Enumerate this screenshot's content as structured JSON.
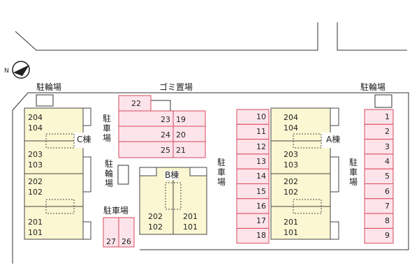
{
  "labels": {
    "bike_top_left": "駐輪場",
    "bike_top_right": "駐輪場",
    "garbage": "ゴミ置場",
    "building_c": "C棟",
    "building_a": "A棟",
    "building_b": "B棟",
    "parking_v1": [
      "駐",
      "車",
      "場"
    ],
    "parking_v2": [
      "駐",
      "車",
      "場"
    ],
    "parking_v3": [
      "駐",
      "車",
      "場"
    ],
    "bike_v": [
      "駐",
      "輪",
      "場"
    ],
    "parking_small": "駐車場"
  },
  "buildings": {
    "c": [
      [
        "204",
        "104"
      ],
      [
        "203",
        "103"
      ],
      [
        "202",
        "102"
      ],
      [
        "201",
        "101"
      ]
    ],
    "a": [
      [
        "204",
        "104"
      ],
      [
        "203",
        "103"
      ],
      [
        "202",
        "102"
      ],
      [
        "201",
        "101"
      ]
    ],
    "b": [
      [
        "202",
        "102"
      ],
      [
        "201",
        "101"
      ]
    ]
  },
  "parking": {
    "top_left_single": "22",
    "left_block_rows": [
      [
        "23",
        "19"
      ],
      [
        "24",
        "20"
      ],
      [
        "25",
        "21"
      ]
    ],
    "middle_column": [
      "10",
      "11",
      "12",
      "13",
      "14",
      "15",
      "16",
      "17",
      "18"
    ],
    "right_column": [
      "1",
      "2",
      "3",
      "4",
      "5",
      "6",
      "7",
      "8",
      "9"
    ],
    "bottom_pair": [
      "27",
      "26"
    ]
  },
  "colors": {
    "building_fill": "#fbf7d2",
    "parking_fill": "#fce4ea",
    "parking_stroke": "#d9475d",
    "line": "#333333"
  },
  "icons": {
    "compass": "north-arrow-icon"
  }
}
